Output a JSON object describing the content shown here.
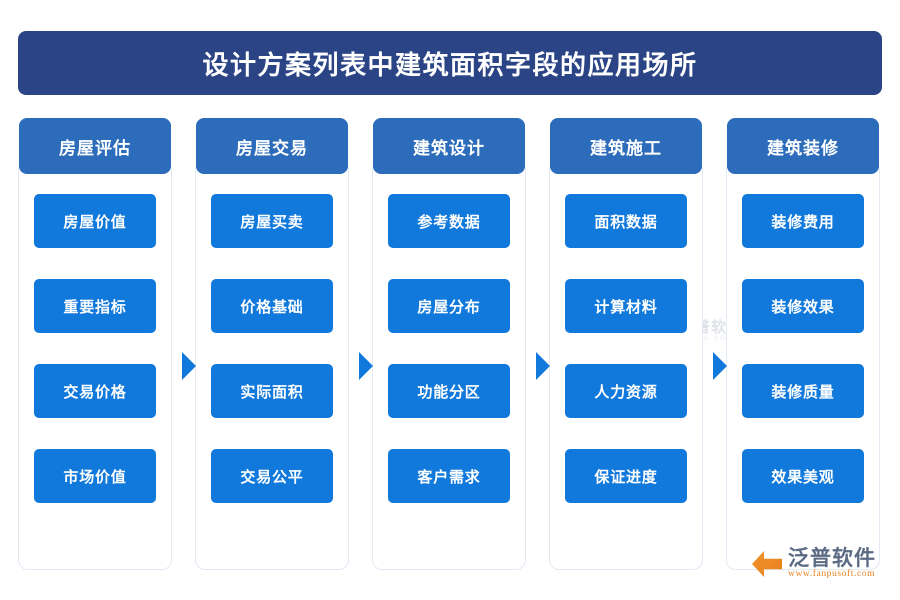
{
  "title": {
    "text": "设计方案列表中建筑面积字段的应用场所",
    "bar_color": "#2b4486"
  },
  "colors": {
    "title_bar": "#2b4486",
    "column_header": "#2c6cba",
    "item_box": "#1179db",
    "arrow": "#1179db",
    "column_border": "#e3eaf3",
    "background": "#ffffff",
    "brand_orange": "#e8821f"
  },
  "columns": [
    {
      "header": "房屋评估",
      "items": [
        "房屋价值",
        "重要指标",
        "交易价格",
        "市场价值"
      ]
    },
    {
      "header": "房屋交易",
      "items": [
        "房屋买卖",
        "价格基础",
        "实际面积",
        "交易公平"
      ]
    },
    {
      "header": "建筑设计",
      "items": [
        "参考数据",
        "房屋分布",
        "功能分区",
        "客户需求"
      ]
    },
    {
      "header": "建筑施工",
      "items": [
        "面积数据",
        "计算材料",
        "人力资源",
        "保证进度"
      ]
    },
    {
      "header": "建筑装修",
      "items": [
        "装修费用",
        "装修效果",
        "装修质量",
        "效果美观"
      ]
    }
  ],
  "watermark": {
    "cn": "泛普软件",
    "en": "FANPU SOFTWARE"
  },
  "brand": {
    "name": "泛普软件",
    "url": "www.fanpusoft.com"
  }
}
